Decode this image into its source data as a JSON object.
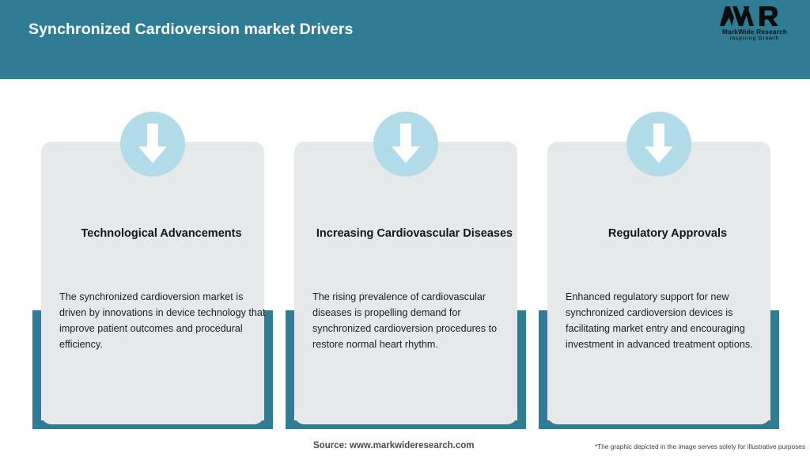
{
  "header": {
    "title": "Synchronized Cardioversion market Drivers",
    "background_color": "#2e7d94",
    "title_color": "#ffffff"
  },
  "logo": {
    "mark": "MWR",
    "name": "MarkWide Research",
    "tagline": "Inspiring Growth"
  },
  "theme": {
    "accent_teal": "#2e7d94",
    "panel_gray": "#e5e9ea",
    "icon_circle_blue": "#b2dbe8",
    "arrow_white": "#ffffff",
    "page_background": "#ffffff"
  },
  "cards": [
    {
      "icon": "arrow-down-icon",
      "title": "Technological Advancements",
      "body": "The synchronized cardioversion market is driven by innovations in device technology that improve patient outcomes and procedural efficiency."
    },
    {
      "icon": "arrow-down-icon",
      "title": "Increasing Cardiovascular Diseases",
      "body": "The rising prevalence of cardiovascular diseases is propelling demand for synchronized cardioversion procedures to restore normal heart rhythm."
    },
    {
      "icon": "arrow-down-icon",
      "title": "Regulatory Approvals",
      "body": "Enhanced regulatory support for new synchronized cardioversion devices is facilitating market entry and encouraging investment in advanced treatment options."
    }
  ],
  "footer": {
    "source": "Source: www.markwideresearch.com",
    "disclaimer": "*The graphic depicted in the image serves solely for illustrative purposes"
  }
}
